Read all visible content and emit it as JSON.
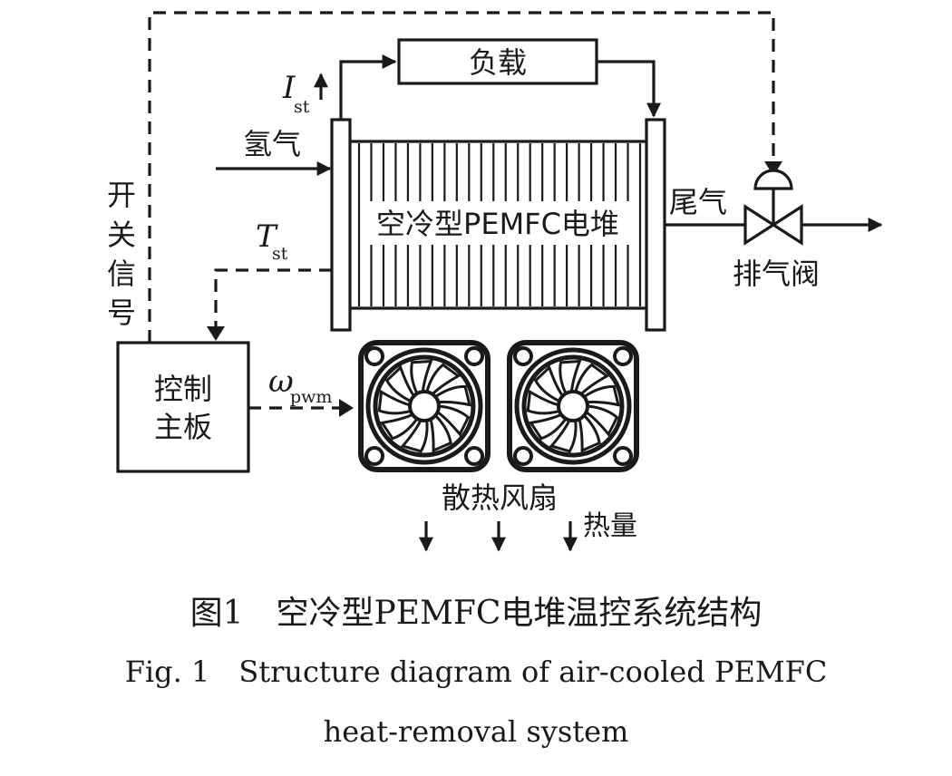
{
  "diagram": {
    "load_label": "负载",
    "hydrogen_label": "氢气",
    "stack_label": "空冷型PEMFC电堆",
    "exhaust_label": "尾气",
    "valve_label": "排气阀",
    "switch_signal_label": "开\n关\n信\n号",
    "switch_signal_chars": [
      "开",
      "关",
      "信",
      "号"
    ],
    "board_label_line1": "控制",
    "board_label_line2": "主板",
    "fan_label": "散热风扇",
    "heat_label": "热量",
    "current_symbol": "I",
    "current_subscript": "st",
    "temp_symbol": "T",
    "temp_subscript": "st",
    "pwm_symbol": "ω",
    "pwm_subscript": "pwm",
    "colors": {
      "ink": "#1a1a1a",
      "background": "#ffffff"
    }
  },
  "caption": {
    "zh": "图1　空冷型PEMFC电堆温控系统结构",
    "en_line1": "Fig. 1　Structure diagram of air-cooled PEMFC",
    "en_line2": "heat-removal system"
  }
}
